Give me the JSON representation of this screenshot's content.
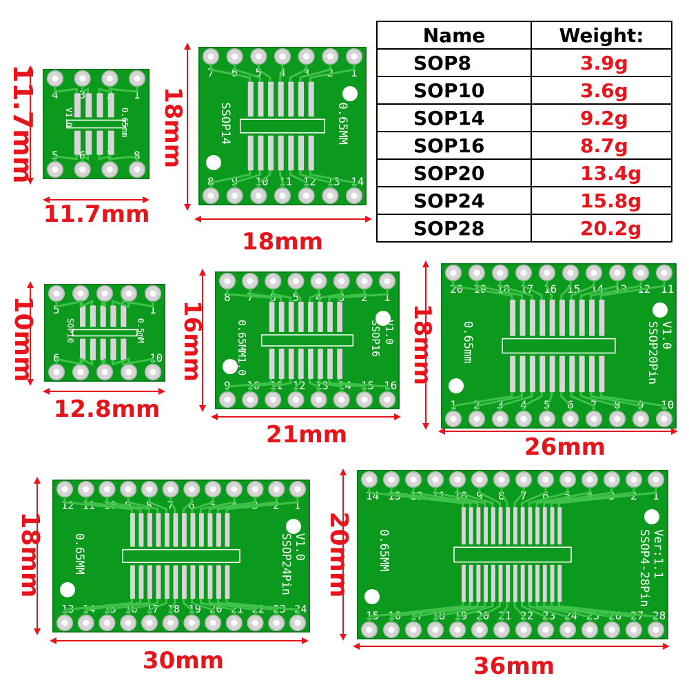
{
  "table": {
    "header": {
      "name": "Name",
      "weight": "Weight:"
    },
    "rows": [
      {
        "name": "SOP8",
        "weight": "3.9g"
      },
      {
        "name": "SOP10",
        "weight": "3.6g"
      },
      {
        "name": "SOP14",
        "weight": "9.2g"
      },
      {
        "name": "SOP16",
        "weight": "8.7g"
      },
      {
        "name": "SOP20",
        "weight": "13.4g"
      },
      {
        "name": "SOP24",
        "weight": "15.8g"
      },
      {
        "name": "SOP28",
        "weight": "20.2g"
      }
    ]
  },
  "colors": {
    "board": "#0c9a1e",
    "trace": "#3ec24a",
    "pad": "#d6d6d6",
    "dim": "#e8141b",
    "weight_text": "#e8141b"
  },
  "boards": [
    {
      "id": "sop8",
      "width_label": "11.7mm",
      "height_label": "11.7mm",
      "silk": [
        "0.65mm",
        "V1.0"
      ],
      "top_pins": [
        "4",
        "3",
        "2",
        "1"
      ],
      "bottom_pins": [
        "5",
        "6",
        "7",
        "8"
      ]
    },
    {
      "id": "ssop14",
      "width_label": "18mm",
      "height_label": "18mm",
      "silk": [
        "0.65MM",
        "SSOP14"
      ],
      "top_pins": [
        "7",
        "6",
        "5",
        "4",
        "3",
        "2",
        "1"
      ],
      "bottom_pins": [
        "8",
        "9",
        "10",
        "11",
        "12",
        "13",
        "14"
      ]
    },
    {
      "id": "sop10",
      "width_label": "12.8mm",
      "height_label": "10mm",
      "silk": [
        "0.5mM",
        "SOP10"
      ],
      "top_pins": [
        "5",
        "",
        "",
        "",
        "1"
      ],
      "bottom_pins": [
        "6",
        "",
        "",
        "",
        "10"
      ]
    },
    {
      "id": "ssop16",
      "width_label": "21mm",
      "height_label": "16mm",
      "silk": [
        "SSOP16",
        "0.65MM1.0",
        "V1.0"
      ],
      "top_pins": [
        "8",
        "7",
        "6",
        "5",
        "4",
        "3",
        "2",
        "1"
      ],
      "bottom_pins": [
        "9",
        "10",
        "11",
        "12",
        "13",
        "14",
        "15",
        "16"
      ]
    },
    {
      "id": "ssop20",
      "width_label": "26mm",
      "height_label": "18mm",
      "silk": [
        "SSOP20Pin",
        "0.65mm",
        "V1.0"
      ],
      "top_pins": [
        "20",
        "19",
        "18",
        "17",
        "16",
        "15",
        "14",
        "13",
        "12",
        "11"
      ],
      "bottom_pins": [
        "1",
        "2",
        "3",
        "4",
        "5",
        "6",
        "7",
        "8",
        "9",
        "10"
      ]
    },
    {
      "id": "ssop24",
      "width_label": "30mm",
      "height_label": "18mm",
      "silk": [
        "SSOP24Pin",
        "0.65MM",
        "V1.0"
      ],
      "top_pins": [
        "12",
        "11",
        "10",
        "9",
        "8",
        "7",
        "6",
        "5",
        "4",
        "3",
        "2",
        "1"
      ],
      "bottom_pins": [
        "13",
        "14",
        "15",
        "16",
        "17",
        "18",
        "19",
        "20",
        "21",
        "22",
        "23",
        "24"
      ]
    },
    {
      "id": "ssop28",
      "width_label": "36mm",
      "height_label": "20mm",
      "silk": [
        "SSOP4-28Pin",
        "0.65MM",
        "Ver:1.1"
      ],
      "top_pins": [
        "14",
        "13",
        "12",
        "11",
        "10",
        "9",
        "8",
        "7",
        "6",
        "5",
        "4",
        "3",
        "2",
        "1"
      ],
      "bottom_pins": [
        "15",
        "16",
        "17",
        "18",
        "19",
        "20",
        "21",
        "22",
        "23",
        "24",
        "25",
        "26",
        "27",
        "28"
      ]
    }
  ]
}
